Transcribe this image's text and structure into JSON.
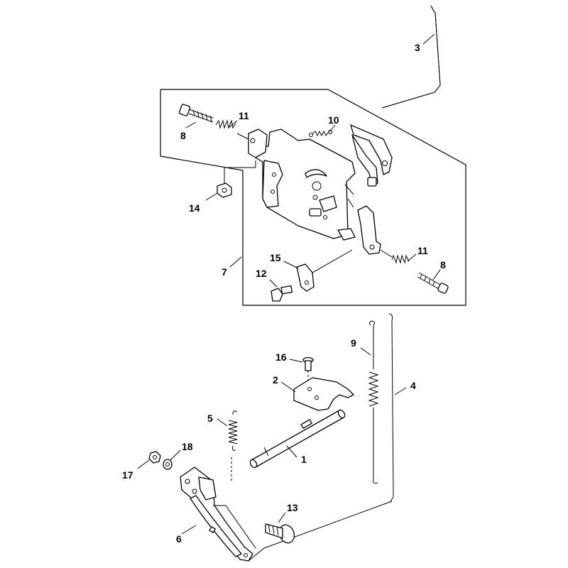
{
  "callouts": {
    "c1": "1",
    "c2": "2",
    "c3": "3",
    "c4": "4",
    "c5": "5",
    "c6": "6",
    "c7": "7",
    "c8a": "8",
    "c8b": "8",
    "c9": "9",
    "c10": "10",
    "c11a": "11",
    "c11b": "11",
    "c12": "12",
    "c13": "13",
    "c14": "14",
    "c15": "15",
    "c16": "16",
    "c17": "17",
    "c18": "18"
  }
}
